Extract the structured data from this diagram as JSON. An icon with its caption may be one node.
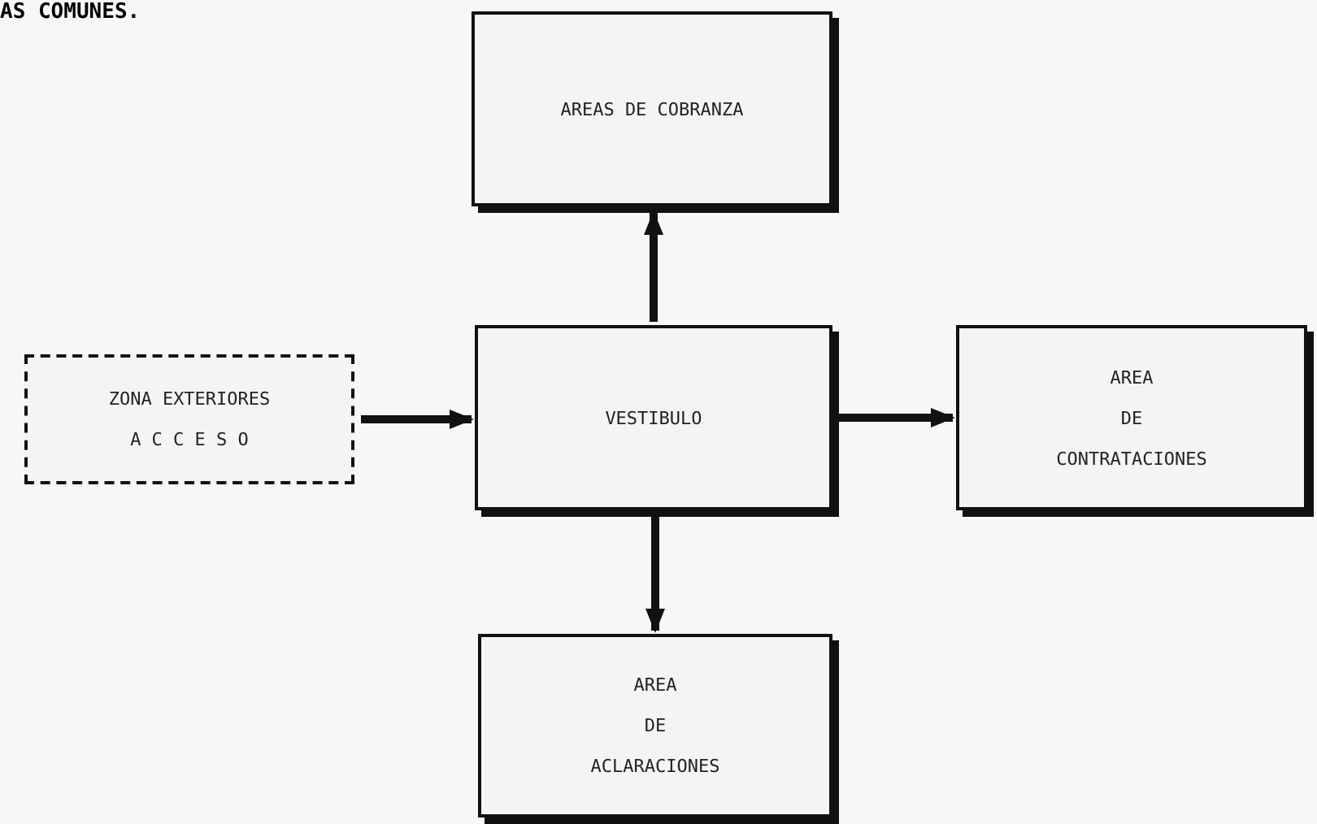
{
  "diagram": {
    "nodes": [
      {
        "text": [
          "ZONA EXTERIORES",
          "A C C E S O"
        ]
      },
      {
        "text": [
          "AREAS DE COBRANZA"
        ]
      },
      {
        "text": [
          "VESTIBULO"
        ]
      },
      {
        "text": [
          "AREA",
          "DE",
          "CONTRATACIONES"
        ]
      },
      {
        "text": [
          "AREA",
          "DE",
          "ACLARACIONES"
        ]
      }
    ],
    "edges": [
      {
        "from": 0,
        "to": 2,
        "arrow": "to"
      },
      {
        "from": 2,
        "to": 1,
        "arrow": "to"
      },
      {
        "from": 2,
        "to": 3,
        "arrow": "to"
      },
      {
        "from": 2,
        "to": 4,
        "arrow": "to"
      }
    ],
    "labels": [
      "AS COMUNES."
    ]
  }
}
